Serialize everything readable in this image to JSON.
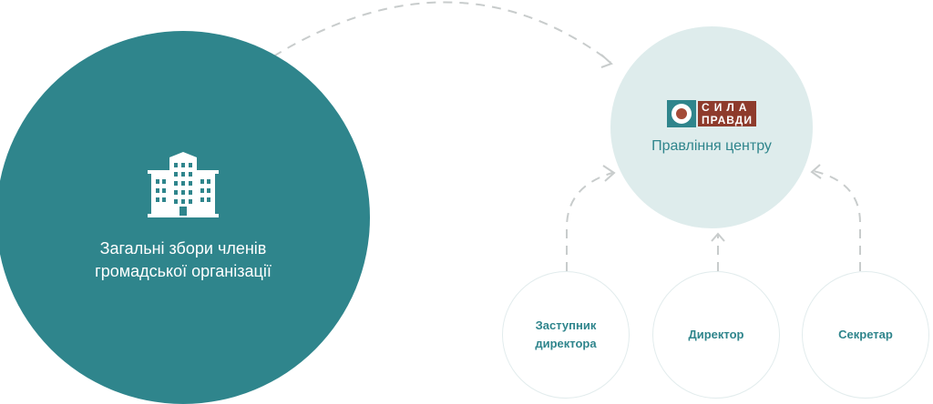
{
  "main": {
    "label_line1": "Загальні збори членів",
    "label_line2": "громадської організації",
    "icon": "building-icon"
  },
  "board": {
    "logo_line1": "СИЛА",
    "logo_line2": "ПРАВДИ",
    "label": "Правління центру"
  },
  "members": [
    {
      "line1": "Заступник",
      "line2": "директора"
    },
    {
      "line1": "Директор",
      "line2": ""
    },
    {
      "line1": "Секретар",
      "line2": ""
    }
  ],
  "colors": {
    "primary": "#2f858c",
    "board_bg": "#deecec",
    "logo_brown": "#8e3b2c",
    "dash": "#c8cccc"
  }
}
